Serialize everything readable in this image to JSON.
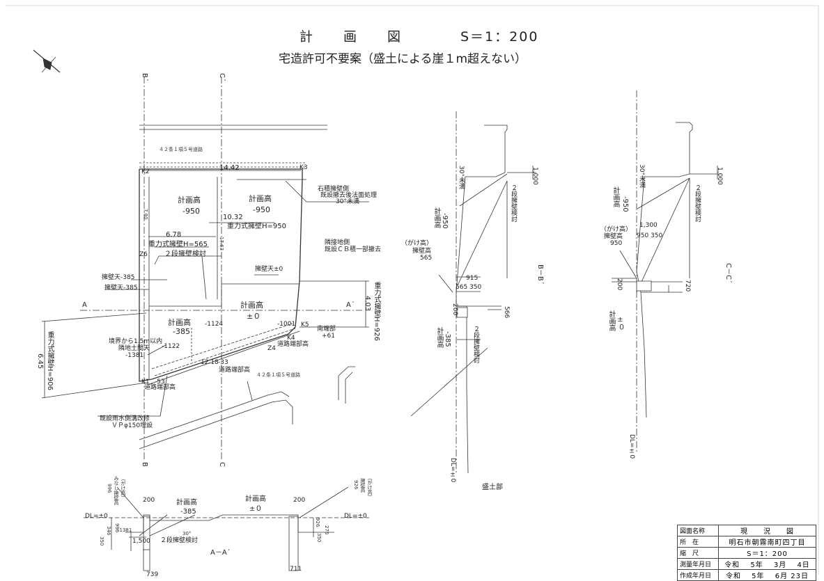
{
  "title": {
    "main": "計　　画　　図　　　　S＝1：200",
    "sub": "宅造許可不要案（盛土による崖１m超えない）"
  },
  "plan": {
    "plan_height_a": "計画高",
    "plan_height_a_val": "-950",
    "plan_height_b": "計画高",
    "plan_height_b_val": "-950",
    "plan_height_c": "計画高",
    "plan_height_c_val": "±０",
    "plan_height_d": "計画高",
    "plan_height_d_val": "-385",
    "dim_1442": "14.42",
    "dim_1032": "10.32",
    "dim_678": "6.78",
    "dim_645": "6.45",
    "dim_1218": "12.18",
    "dim_403": "4.03",
    "dim_780": "7.80",
    "dim_1763": "17.63",
    "retaining_950": "重力式擁壁H=950",
    "retaining_565": "重力式擁壁H=565",
    "two_stage": "２段擁壁検討",
    "wall_top_0": "擁壁天±0",
    "wall_top_385a": "擁壁天-385",
    "wall_top_385b": "擁壁天-385",
    "retaining_906": "重力式擁壁H=906",
    "retaining_926": "重力式擁壁H=926",
    "boundary_note1": "境界から1.5m以内",
    "boundary_note2": "隣地土間天",
    "boundary_note3": "-1381",
    "val_1124": "-1124",
    "val_1122": "-1122",
    "val_1001": "-1001",
    "val_33": "-33",
    "val_53": "-53",
    "val_61": "+61",
    "road_end_1": "道路端部高",
    "road_end_2": "道路端部高",
    "road_end_3": "道路端部高",
    "south_part": "南端部",
    "stone_note1": "石積擁壁側",
    "stone_note2": "既設撤去後法面処理",
    "stone_note3": "30°未満",
    "neighbor_note1": "隣接地側",
    "neighbor_note2": "既設ＣＢ積一部撤去",
    "drain_note1": "既設雨水側溝改修",
    "drain_note2": "ＶＰφ150埋設",
    "k1": "K1",
    "k2": "K2",
    "k3": "K3",
    "k4": "K4",
    "k5": "K5",
    "label_a_left": "A",
    "label_a_right": "A´",
    "label_b_top": "B´",
    "label_b_bottom": "B",
    "label_c_top": "C´",
    "label_c_bottom": "C",
    "road_top": "４２条１項５号道路",
    "road_bottom": "４２条１項５号道路",
    "z4": "Z4",
    "z6": "Z6"
  },
  "section_aa": {
    "title": "A－A´",
    "plan_height_1": "計画高",
    "plan_height_1_val": "-385",
    "plan_height_2": "計画高",
    "plan_height_2_val": "±０",
    "dl_left": "DL=±0",
    "dl_right": "DL=±0",
    "dim_200a": "200",
    "dim_200b": "200",
    "dim_1500": "1,500",
    "two_stage": "２段擁壁検討",
    "dim_739": "739",
    "dim_711": "711",
    "dim_1381": "-1381",
    "dim_996": "996",
    "dim_350": "350",
    "dim_346": "346",
    "dim_926": "926",
    "dim_276": "276",
    "dim_350b": "350",
    "cliff_left": "（がけ高）",
    "cliff_left2": "みなし擁壁高",
    "cliff_left3": "996",
    "cliff_right": "（がけ高）",
    "cliff_right2": "擁壁高",
    "cliff_right3": "926",
    "angle": "30°"
  },
  "section_bb": {
    "title": "B－B´",
    "part_label": "盛土部",
    "plan_height_top": "計画高",
    "plan_height_top_val": "-950",
    "plan_height_bot": "計画高",
    "plan_height_bot_val": "-385",
    "cliff_1": "（がけ高）",
    "cliff_2": "擁壁高",
    "cliff_3": "565",
    "dim_915": "915",
    "dim_565": "565",
    "dim_350": "350",
    "dim_200": "200",
    "dim_566": "566",
    "dim_1000": "1,000",
    "two_stage_1": "２段擁壁検討",
    "two_stage_2": "２段擁壁検討",
    "angle": "30°未満",
    "dl": "DL=±0"
  },
  "section_cc": {
    "title": "C－C´",
    "plan_height_top": "計画高",
    "plan_height_top_val": "-950",
    "plan_height_bot": "計画高",
    "plan_height_bot_val": "±０",
    "cliff_1": "（がけ高）",
    "cliff_2": "擁壁高",
    "cliff_3": "950",
    "dim_1300": "1,300",
    "dim_950": "950",
    "dim_350": "350",
    "dim_200": "200",
    "dim_720": "720",
    "dim_1000": "1,000",
    "two_stage": "２段擁壁検討",
    "angle": "30°未満",
    "dl": "DL=±0"
  },
  "title_block": {
    "rows": [
      {
        "key": "図面名称",
        "value": "現　　況　　図"
      },
      {
        "key": "所　在",
        "value": "明石市朝霧南町四丁目"
      },
      {
        "key": "縮　尺",
        "value": "S＝1：200"
      },
      {
        "key": "測量年月日",
        "value": "令和　 5年　 3月　 4日"
      },
      {
        "key": "作成年月日",
        "value": "令和　 5年　 6月 23日"
      }
    ]
  },
  "colors": {
    "line": "#333333",
    "paper": "#ffffff",
    "ink": "#222222"
  }
}
